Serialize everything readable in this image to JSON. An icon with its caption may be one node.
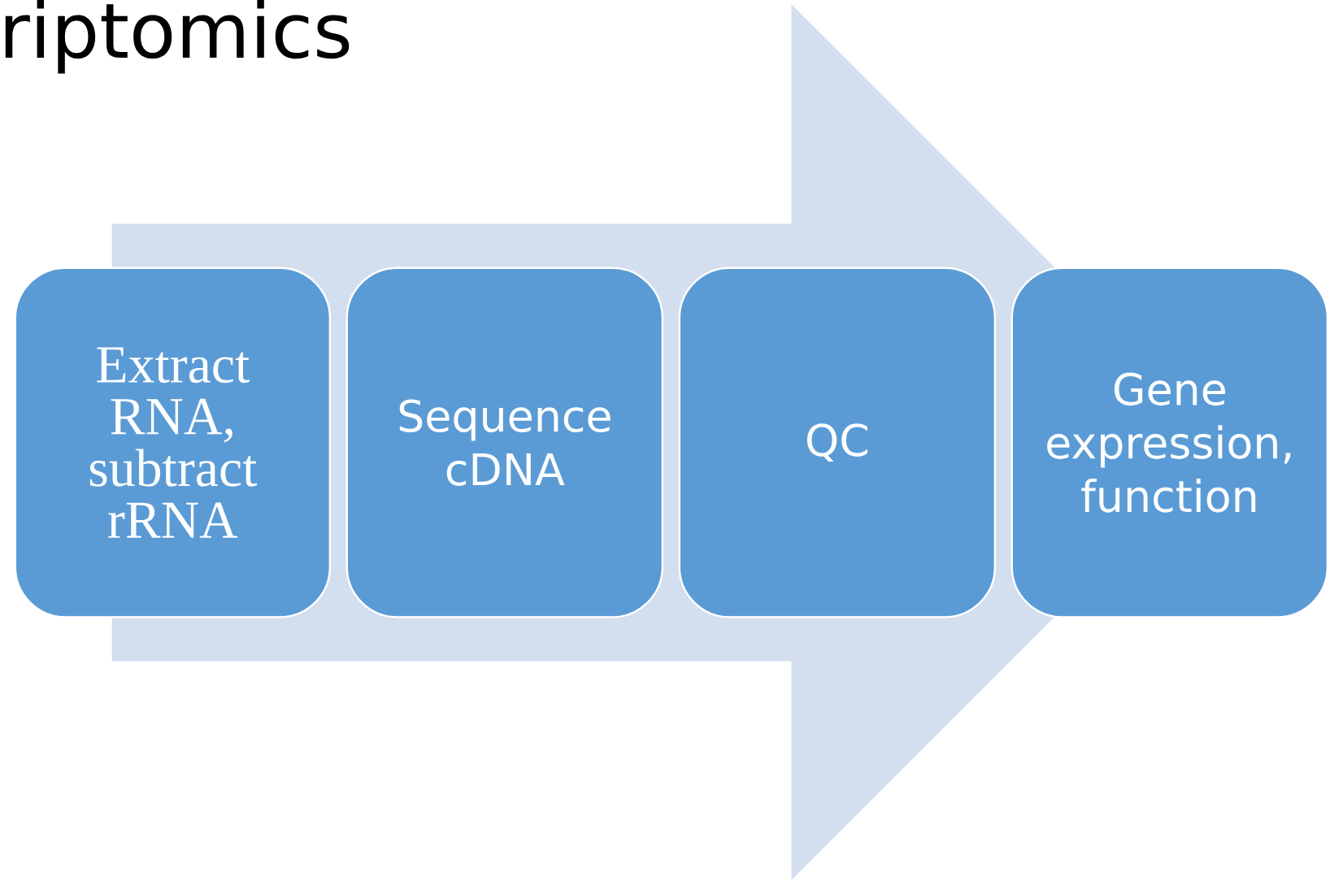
{
  "diagram": {
    "title": "riptomics",
    "nodes": [
      {
        "text": [
          "Extract RNA, subtract rRNA"
        ]
      },
      {
        "text": [
          "Sequence cDNA"
        ]
      },
      {
        "text": [
          "QC"
        ]
      },
      {
        "text": [
          "Gene expression, function"
        ]
      }
    ],
    "edges": [
      {
        "from": 0,
        "to": 3,
        "arrow": "to"
      }
    ]
  }
}
